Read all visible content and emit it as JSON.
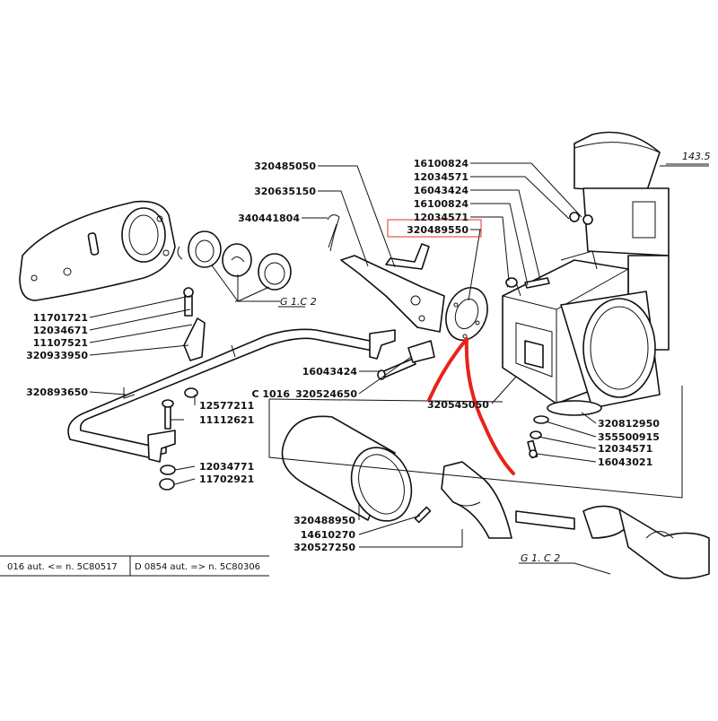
{
  "diagram": {
    "part_labels": {
      "p_320485050": "320485050",
      "p_320635150": "320635150",
      "p_340441804": "340441804",
      "p_16100824_a": "16100824",
      "p_12034571_a": "12034571",
      "p_16043424_a": "16043424",
      "p_16100824_b": "16100824",
      "p_12034571_b": "12034571",
      "p_320489550": "320489550",
      "p_11701721": "11701721",
      "p_12034671": "12034671",
      "p_11107521": "11107521",
      "p_320933950": "320933950",
      "p_16043424_b": "16043424",
      "p_320893650": "320893650",
      "p_c1016": "C 1016",
      "p_320524650": "320524650",
      "p_320545050": "320545050",
      "p_12577211": "12577211",
      "p_11112621": "11112621",
      "p_320812950": "320812950",
      "p_355500915": "355500915",
      "p_12034571_c": "12034571",
      "p_16043021": "16043021",
      "p_12034771": "12034771",
      "p_11702921": "11702921",
      "p_320488950": "320488950",
      "p_14610270": "14610270",
      "p_320527250": "320527250"
    },
    "group_refs": {
      "g1c2_upper": "G 1.C 2",
      "g1c2_lower": "G 1. C 2",
      "ref_143": "143.5"
    },
    "footer": {
      "left_note": "016  aut. <= n. 5C80517",
      "right_note": "D 0854  aut. => n. 5C80306"
    },
    "highlight": {
      "part": "320489550",
      "box_color": "#e0302a",
      "arrow_color": "#e8231a"
    }
  }
}
